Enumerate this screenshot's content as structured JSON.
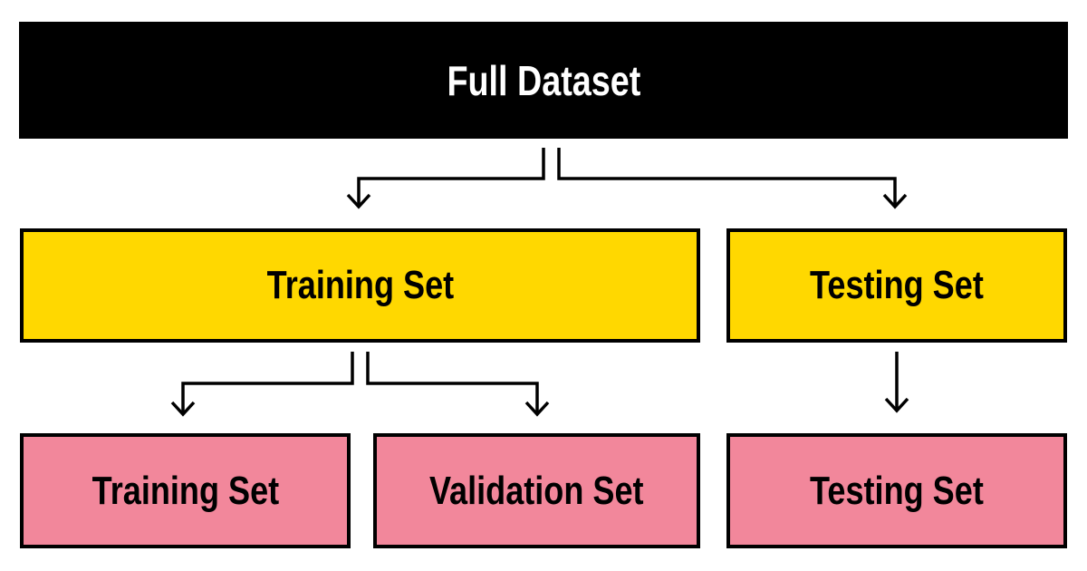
{
  "colors": {
    "background": "#ffffff",
    "root_bg": "#000000",
    "root_text": "#ffffff",
    "level1_bg": "#FFD800",
    "level2_bg": "#F2879B",
    "node_text": "#000000",
    "border": "#000000",
    "connector": "#000000"
  },
  "nodes": {
    "root": {
      "label": "Full Dataset"
    },
    "level1": [
      {
        "label": "Training Set"
      },
      {
        "label": "Testing Set"
      }
    ],
    "level2": [
      {
        "label": "Training Set"
      },
      {
        "label": "Validation Set"
      },
      {
        "label": "Testing Set"
      }
    ]
  }
}
